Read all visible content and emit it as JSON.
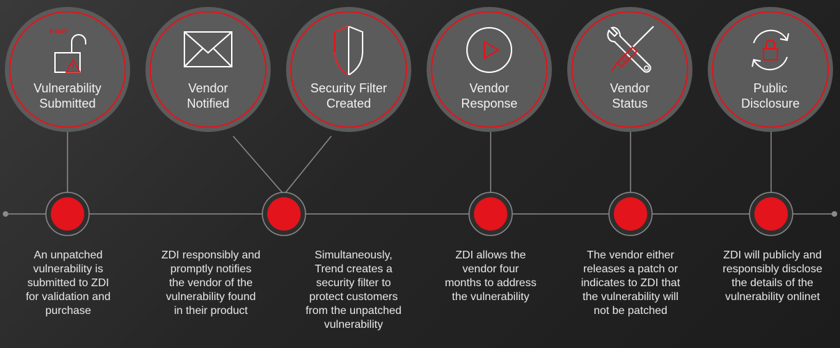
{
  "colors": {
    "accent": "#e3141b",
    "circle": "#5b5b5b",
    "line": "#8a8a8a",
    "text": "#ffffff"
  },
  "stages": [
    {
      "label": "Vulnerability\nSubmitted",
      "icon": "unlocked-padlock-warning-icon",
      "badge": "0-DAY"
    },
    {
      "label": "Vendor\nNotified",
      "icon": "envelope-icon"
    },
    {
      "label": "Security Filter\nCreated",
      "icon": "shield-icon"
    },
    {
      "label": "Vendor\nResponse",
      "icon": "play-circle-icon"
    },
    {
      "label": "Vendor\nStatus",
      "icon": "wrench-screwdriver-icon"
    },
    {
      "label": "Public\nDisclosure",
      "icon": "lock-refresh-icon"
    }
  ],
  "descriptions": [
    "An unpatched\nvulnerability is\nsubmitted to ZDI\nfor validation and\npurchase",
    "ZDI responsibly and\npromptly notifies\nthe vendor of the\nvulnerability found\nin their product",
    "Simultaneously,\nTrend creates a\nsecurity filter to\nprotect customers\nfrom the unpatched\nvulnerability",
    "ZDI allows the\nvendor four\nmonths to address\nthe vulnerability",
    "The vendor either\nreleases a patch or\nindicates to ZDI that\nthe vulnerability will\nnot be patched",
    "ZDI will publicly and\nresponsibly disclose\nthe details of the\nvulnerability onlinet"
  ]
}
